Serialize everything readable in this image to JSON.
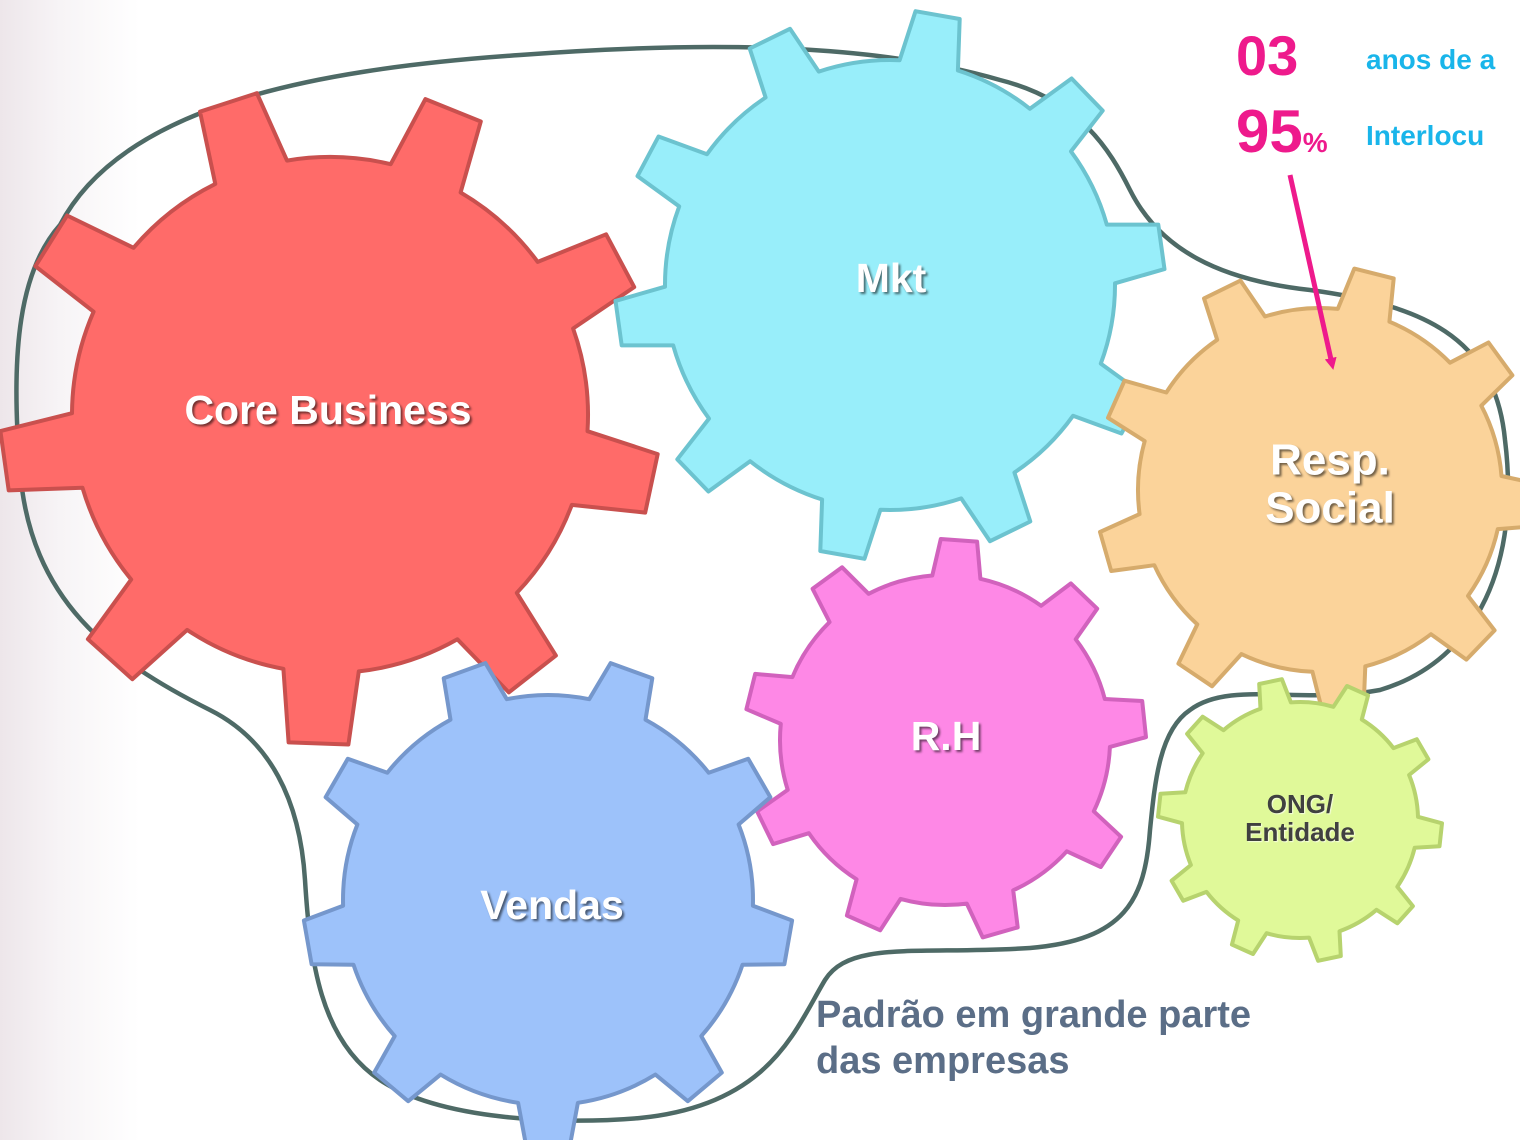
{
  "gears": [
    {
      "id": "core-business",
      "label": [
        "Core Business"
      ],
      "fill": "#ff6b69",
      "stroke": "#c9504e"
    },
    {
      "id": "mkt",
      "label": [
        "Mkt"
      ],
      "fill": "#98eefa",
      "stroke": "#6cc3cf"
    },
    {
      "id": "resp-social",
      "label": [
        "Resp.",
        "Social"
      ],
      "fill": "#fbd39a",
      "stroke": "#d6ab6c"
    },
    {
      "id": "rh",
      "label": [
        "R.H"
      ],
      "fill": "#fe88e6",
      "stroke": "#d162bd"
    },
    {
      "id": "vendas",
      "label": [
        "Vendas"
      ],
      "fill": "#9dc2fa",
      "stroke": "#7597cc"
    },
    {
      "id": "ong",
      "label": [
        "ONG/",
        "Entidade"
      ],
      "fill": "#e0f999",
      "stroke": "#b7d36e"
    }
  ],
  "stats": [
    {
      "number": "03",
      "unit": "",
      "text": "anos de a"
    },
    {
      "number": "95",
      "unit": "%",
      "text": "Interlocu"
    }
  ],
  "caption": [
    "Padrão em grande parte",
    "das empresas"
  ],
  "colors": {
    "outline": "#4e6a66",
    "arrow": "#ee1a8c",
    "stat_text": "#19b5ea",
    "caption": "#5b6e87"
  }
}
